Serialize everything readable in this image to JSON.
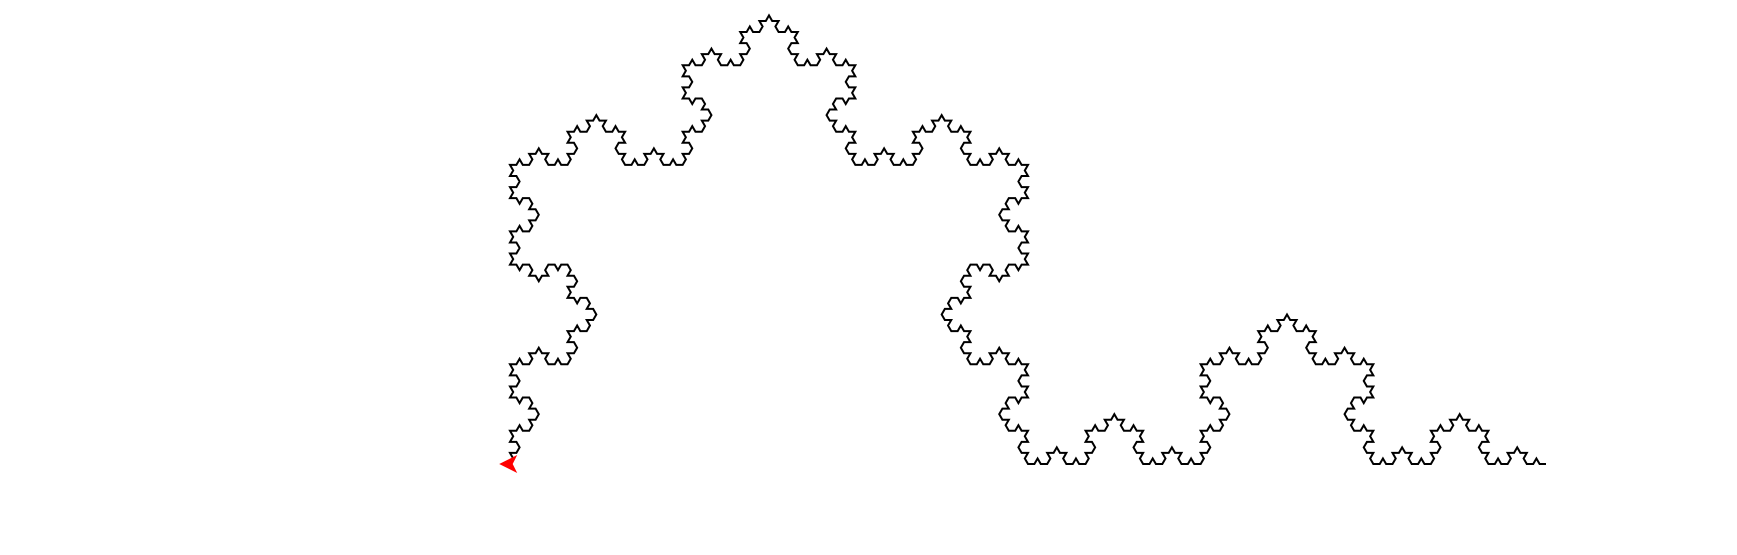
{
  "fractal": {
    "type": "koch-curve",
    "iterations": 5,
    "turn_angle_deg": 60,
    "completed_segments": 3,
    "line_color": "#000000",
    "background_color": "#ffffff"
  },
  "turtle": {
    "shape": "arrow",
    "color": "#ff0000",
    "heading": "left"
  }
}
